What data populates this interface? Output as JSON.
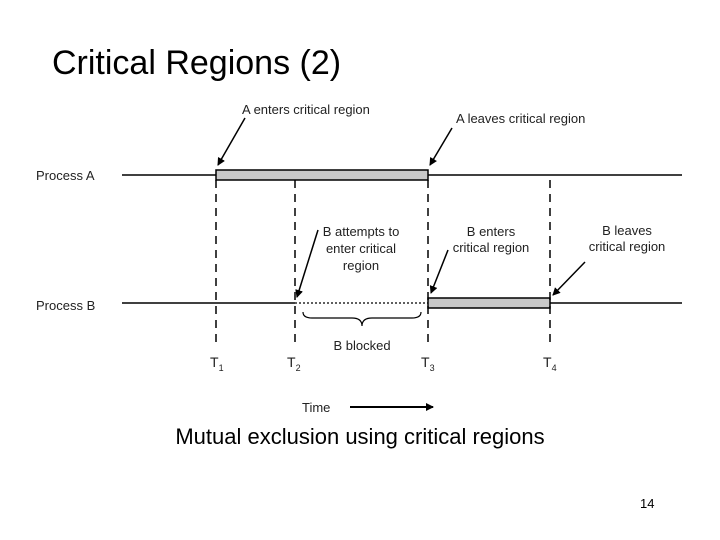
{
  "title": "Critical Regions (2)",
  "diagram": {
    "process_labels": {
      "a": "Process A",
      "b": "Process B"
    },
    "annotations": {
      "a_enters": "A enters critical region",
      "a_leaves": "A leaves critical region",
      "b_attempts": [
        "B attempts to",
        "enter critical",
        "region"
      ],
      "b_enters": [
        "B enters",
        "critical region"
      ],
      "b_leaves": [
        "B leaves",
        "critical region"
      ],
      "b_blocked": "B blocked"
    },
    "time_marks": [
      {
        "label": "T",
        "sub": "1"
      },
      {
        "label": "T",
        "sub": "2"
      },
      {
        "label": "T",
        "sub": "3"
      },
      {
        "label": "T",
        "sub": "4"
      }
    ],
    "time_axis_label": "Time"
  },
  "caption": "Mutual exclusion using critical regions",
  "slide_number": "14",
  "colors": {
    "critical_bar": "#c8c8c8",
    "line": "#000000"
  }
}
